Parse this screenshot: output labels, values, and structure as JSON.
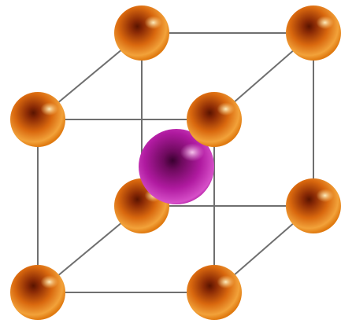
{
  "diagram": {
    "kind": "body-centered cubic unit cell",
    "corner_atom_color": "#E07A10",
    "center_atom_color": "#A8139A",
    "edge_color": "#6f6f6f",
    "corner_atoms": [
      "front-bottom-left",
      "front-bottom-right",
      "front-top-left",
      "front-top-right",
      "back-bottom-left",
      "back-bottom-right",
      "back-top-left",
      "back-top-right"
    ],
    "center_atom": "body-center",
    "edges": [
      [
        "front-bottom-left",
        "front-bottom-right"
      ],
      [
        "front-top-left",
        "front-top-right"
      ],
      [
        "front-bottom-left",
        "front-top-left"
      ],
      [
        "front-bottom-right",
        "front-top-right"
      ],
      [
        "back-bottom-left",
        "back-bottom-right"
      ],
      [
        "back-top-left",
        "back-top-right"
      ],
      [
        "back-bottom-left",
        "back-top-left"
      ],
      [
        "back-bottom-right",
        "back-top-right"
      ],
      [
        "front-bottom-left",
        "back-bottom-left"
      ],
      [
        "front-bottom-right",
        "back-bottom-right"
      ],
      [
        "front-top-left",
        "back-top-left"
      ],
      [
        "front-top-right",
        "back-top-right"
      ]
    ]
  }
}
